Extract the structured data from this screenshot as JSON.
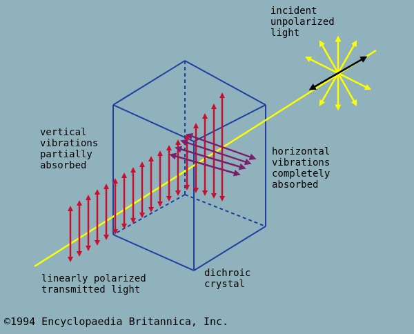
{
  "labels": {
    "incident": "incident\nunpolarized\nlight",
    "vertical": "vertical\nvibrations\npartially\nabsorbed",
    "horizontal": "horizontal\nvibrations\ncompletely\nabsorbed",
    "transmitted": "linearly polarized\ntransmitted light",
    "crystal": "dichroic\ncrystal"
  },
  "copyright": "©1994 Encyclopaedia Britannica, Inc.",
  "colors": {
    "background": "#8fb2bd",
    "crystal_edge": "#1f3f9e",
    "beam": "#ffff00",
    "vertical_arrow": "#c8102e",
    "horizontal_arrow": "#7a1f6e",
    "incident_axis": "#000000"
  }
}
